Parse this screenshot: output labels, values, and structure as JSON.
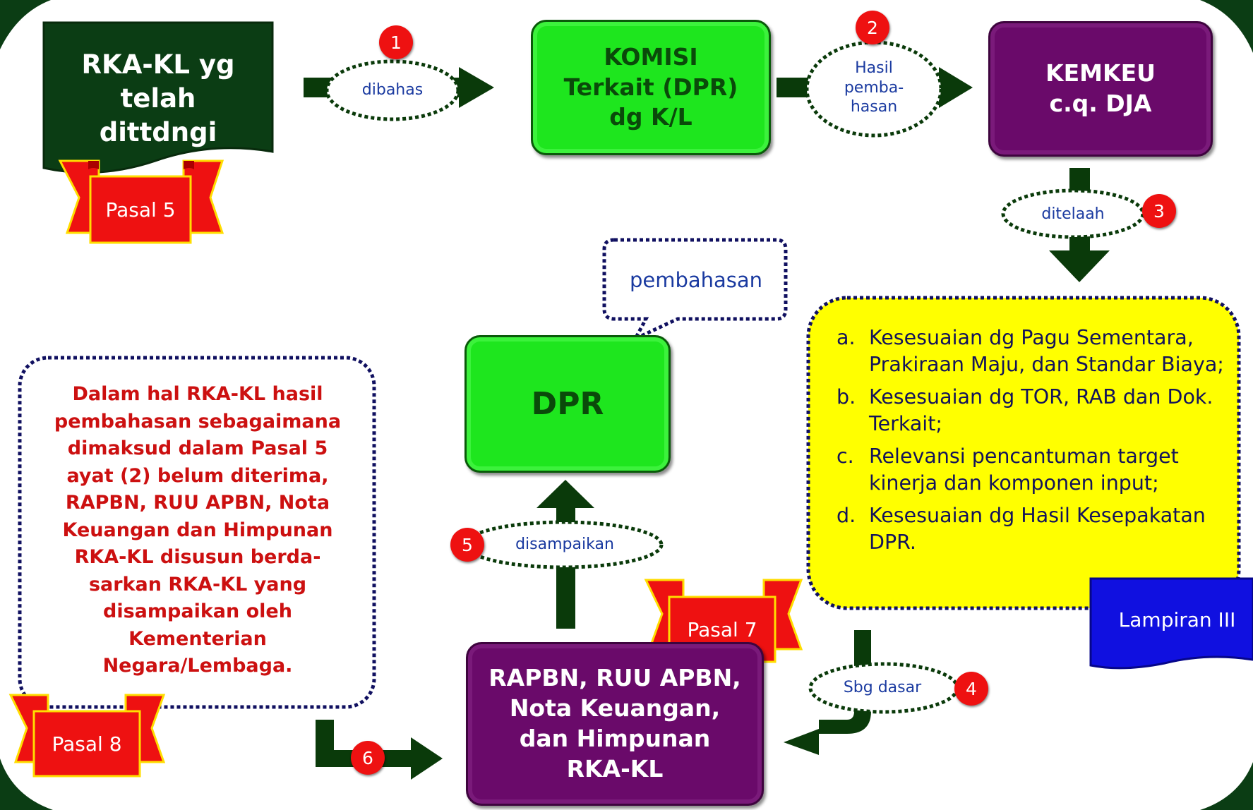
{
  "colors": {
    "dark_green": "#0b3d14",
    "arrow_green": "#0a3a0a",
    "bright_green": "#1ee61e",
    "purple": "#6a0a6a",
    "yellow": "#ffff00",
    "red": "#ee1111",
    "blue": "#1010e0"
  },
  "nodes": {
    "rka_kl": "RKA-KL yg telah dittdngi",
    "komisi": "KOMISI Terkait (DPR) dg K/L",
    "kemkeu": "KEMKEU c.q. DJA",
    "dpr": "DPR",
    "rapbn": "RAPBN, RUU APBN, Nota Keuangan, dan Himpunan RKA-KL"
  },
  "edges": {
    "e1": {
      "number": "1",
      "label": "dibahas"
    },
    "e2": {
      "number": "2",
      "label_lines": [
        "Hasil",
        "pemba-",
        "hasan"
      ]
    },
    "e3": {
      "number": "3",
      "label": "ditelaah"
    },
    "e4": {
      "number": "4",
      "label": "Sbg dasar"
    },
    "e5": {
      "number": "5",
      "label": "disampaikan"
    },
    "e6": {
      "number": "6"
    }
  },
  "callout": "pembahasan",
  "criteria": [
    {
      "marker": "a.",
      "text": "Kesesuaian dg Pagu Sementara, Prakiraan Maju, dan Standar Biaya;"
    },
    {
      "marker": "b.",
      "text": "Kesesuaian dg TOR, RAB dan Dok. Terkait;"
    },
    {
      "marker": "c.",
      "text": "Relevansi pencantuman target kinerja dan komponen input;"
    },
    {
      "marker": "d.",
      "text": "Kesesuaian dg Hasil Kesepakatan DPR."
    }
  ],
  "note": "Dalam hal RKA-KL hasil pembahasan sebagaimana dimaksud dalam Pasal 5 ayat (2) belum diterima, RAPBN, RUU APBN, Nota Keuangan dan Himpunan RKA-KL disusun berda-sarkan RKA-KL yang disampaikan oleh Kementerian Negara/Lembaga.",
  "ribbons": {
    "pasal5": "Pasal 5",
    "pasal7": "Pasal 7",
    "pasal8": "Pasal 8",
    "lampiran": "Lampiran III"
  }
}
